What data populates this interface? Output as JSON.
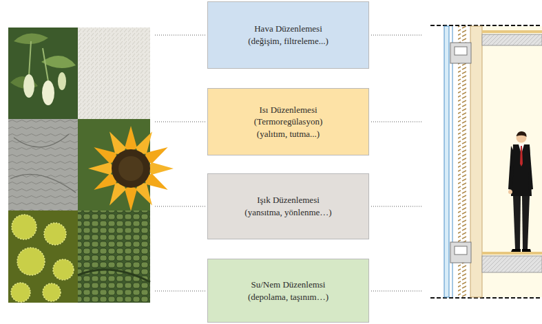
{
  "diagram": {
    "nodes": [
      {
        "text": [
          "Hava Düzenlemesi",
          "(değişim, filtreleme...)"
        ]
      },
      {
        "text": [
          "Isı Düzenlemesi",
          "(Termoregülasyon)",
          "(yalıtım, tutma...)"
        ]
      },
      {
        "text": [
          "Işık Düzenlemesi",
          "(yansıtma, yönlenme…)"
        ]
      },
      {
        "text": [
          "Su/Nem Düzenlemsi",
          "(depolama, taşınım…)"
        ]
      }
    ]
  }
}
